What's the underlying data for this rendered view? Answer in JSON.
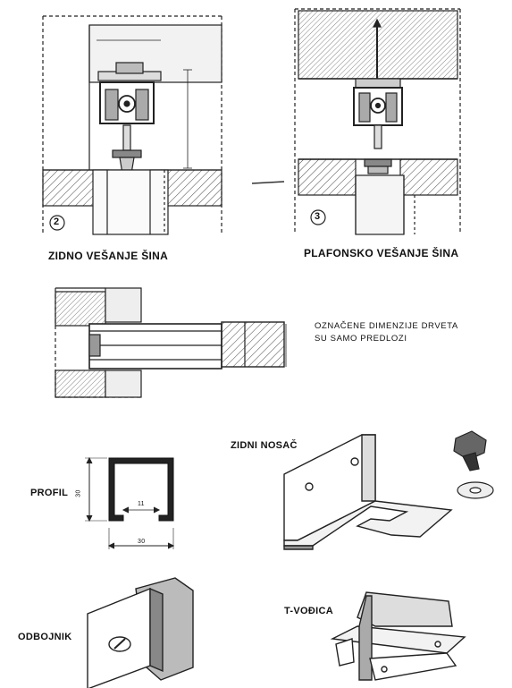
{
  "figure_captions": {
    "wall_mount": "ZIDNO VEŠANJE ŠINA",
    "ceiling_mount": "PLAFONSKO VEŠANJE ŠINA"
  },
  "figure_numbers": {
    "wall_mount": "2",
    "ceiling_mount": "3"
  },
  "note": {
    "line1": "OZNAČENE DIMENZIJE DRVETA",
    "line2": "SU SAMO PREDLOZI"
  },
  "parts": {
    "profile": "PROFIL",
    "wall_bracket": "ZIDNI NOSAČ",
    "bumper": "ODBOJNIK",
    "t_guide": "T-VOĐICA"
  },
  "profile_dimensions": {
    "height": "30",
    "width": "30",
    "slot": "11"
  }
}
